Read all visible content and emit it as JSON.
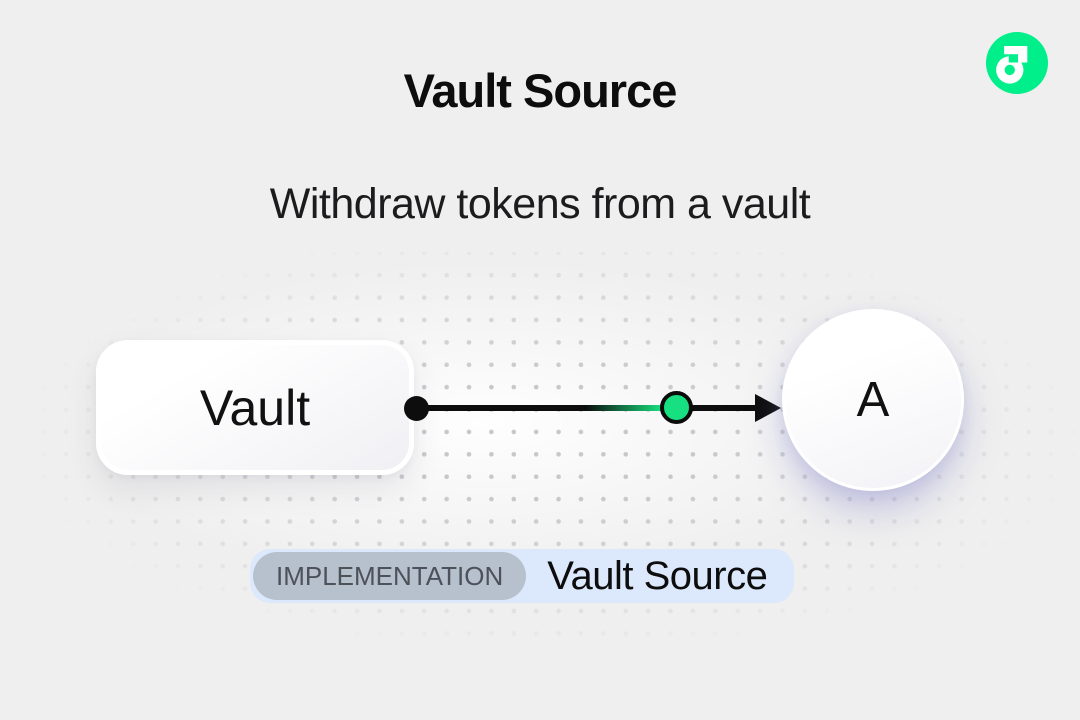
{
  "page": {
    "title": "Vault Source",
    "subtitle": "Withdraw tokens from a vault"
  },
  "logo": {
    "icon": "flow-logo-icon"
  },
  "diagram": {
    "source_node": {
      "label": "Vault"
    },
    "target_node": {
      "label": "A"
    },
    "edge": {
      "start_marker": "filled-dot",
      "token_marker": "green-circle",
      "end_marker": "arrowhead",
      "direction": "left-to-right"
    }
  },
  "badge": {
    "tag": "IMPLEMENTATION",
    "label": "Vault Source"
  },
  "colors": {
    "bg": "#efefef",
    "dot": "#c5c5c9",
    "ink": "#0d0d0d",
    "flow-green": "#00ef8b",
    "node-green": "#16e07f",
    "badge-bg": "#dce8fc",
    "tag-bg": "#b7c0cd",
    "tag-text": "#4d525a"
  }
}
